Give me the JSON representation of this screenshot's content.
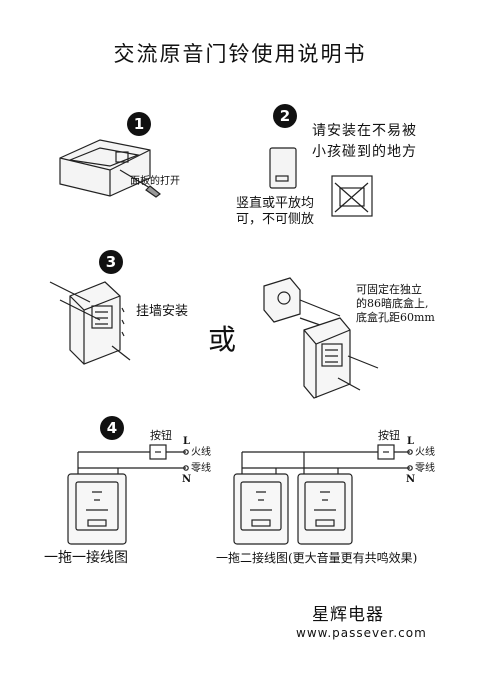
{
  "title": "交流原音门铃使用说明书",
  "steps": [
    {
      "num": "1",
      "note": "面板的打开"
    },
    {
      "num": "2",
      "tip_line1": "请安装在不易被",
      "tip_line2": "小孩碰到的地方",
      "orient_line1": "竖直或平放均",
      "orient_line2": "可，不可侧放"
    },
    {
      "num": "3",
      "wall": "挂墙安装",
      "or": "或",
      "box_line1": "可固定在独立",
      "box_line2": "的86暗底盒上,",
      "box_line3": "底盒孔距60mm"
    },
    {
      "num": "4"
    }
  ],
  "wiring": {
    "button_label": "按钮",
    "L": "L",
    "N": "N",
    "live": "火线",
    "neutral": "零线",
    "one_to_one": "一拖一接线图",
    "one_to_two": "一拖二接线图(更大音量更有共鸣效果)"
  },
  "brand": "星辉电器",
  "url": "www.passever.com"
}
